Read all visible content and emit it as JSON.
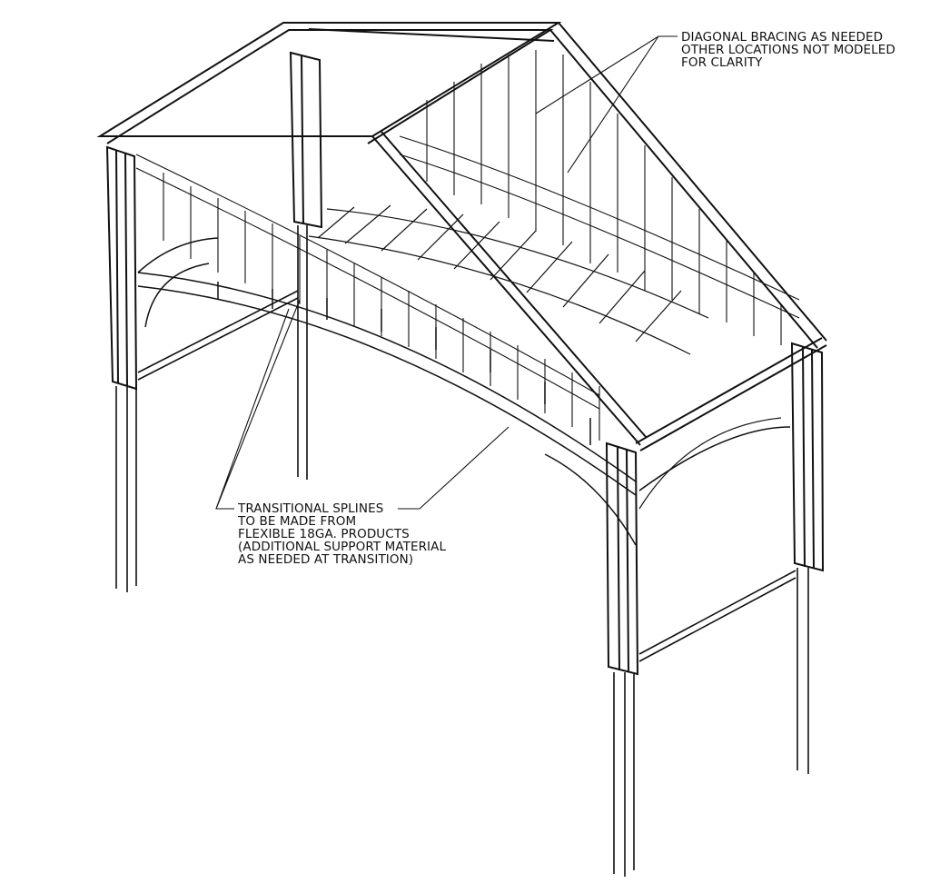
{
  "notes": {
    "diagonal_bracing": [
      "DIAGONAL BRACING AS NEEDED",
      "OTHER LOCATIONS NOT MODELED",
      "FOR CLARITY"
    ],
    "transitional_splines": [
      "TRANSITIONAL SPLINES",
      "TO BE MADE FROM",
      "FLEXIBLE 18GA. PRODUCTS",
      "(ADDITIONAL SUPPORT MATERIAL",
      "AS NEEDED AT TRANSITION)"
    ]
  },
  "colors": {
    "line": "#111111",
    "background": "#ffffff"
  }
}
